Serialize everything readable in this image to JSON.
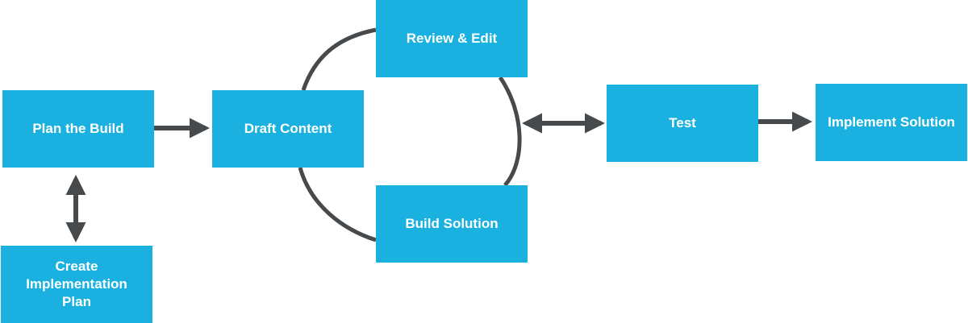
{
  "diagram": {
    "colors": {
      "box_fill": "#1ab1e0",
      "box_text": "#ffffff",
      "connector": "#464a4d"
    },
    "nodes": {
      "plan": "Plan the Build",
      "create": "Create\nImplementation\nPlan",
      "draft": "Draft Content",
      "review": "Review & Edit",
      "build": "Build Solution",
      "test": "Test",
      "implement": "Implement Solution"
    },
    "edges": [
      {
        "from": "plan",
        "to": "draft",
        "direction": "forward"
      },
      {
        "from": "plan",
        "to": "create",
        "direction": "both"
      },
      {
        "from": "draft",
        "to": "review",
        "direction": "cycle"
      },
      {
        "from": "review",
        "to": "build",
        "direction": "cycle"
      },
      {
        "from": "build",
        "to": "draft",
        "direction": "cycle"
      },
      {
        "from": "cycle",
        "to": "test",
        "direction": "both"
      },
      {
        "from": "test",
        "to": "implement",
        "direction": "forward"
      }
    ]
  }
}
